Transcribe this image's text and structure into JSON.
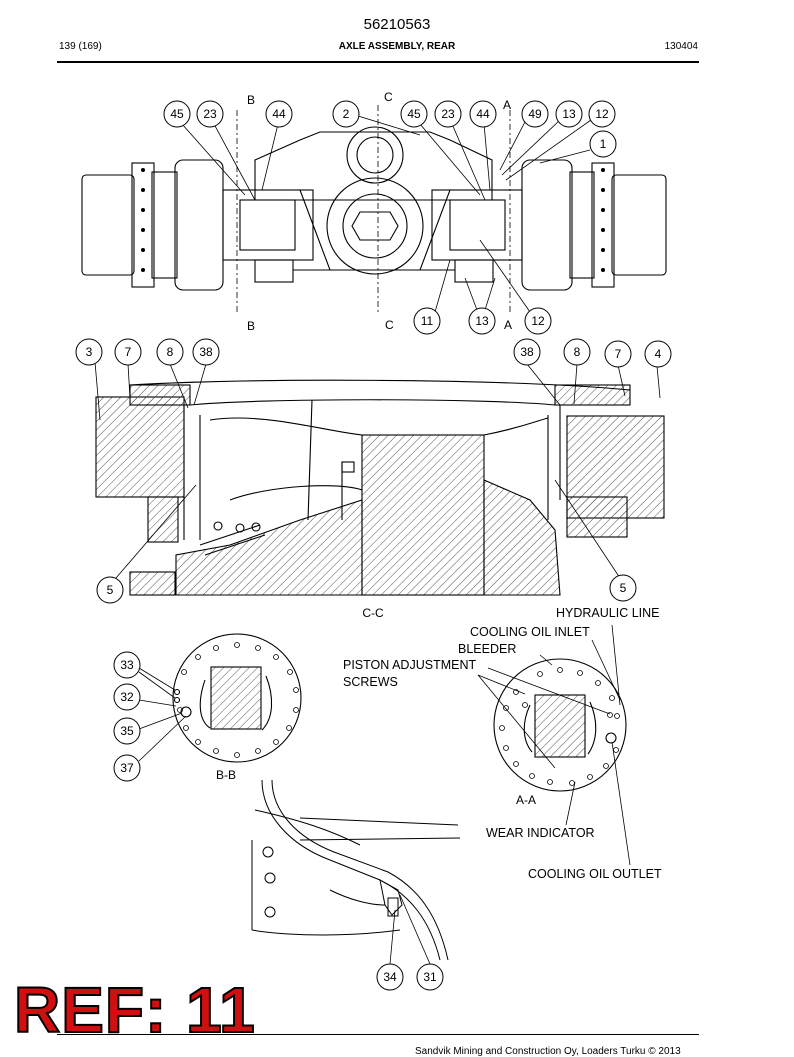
{
  "header": {
    "doc_number": "56210563",
    "page": "139 (169)",
    "title": "AXLE ASSEMBLY, REAR",
    "date_code": "130404"
  },
  "top_view": {
    "callouts_top": [
      "45",
      "23",
      "44",
      "2",
      "45",
      "23",
      "44",
      "49",
      "13",
      "12",
      "1"
    ],
    "callouts_bottom": [
      "11",
      "13",
      "12"
    ],
    "section_marks": [
      "B",
      "C",
      "A",
      "B",
      "C",
      "A"
    ]
  },
  "section_cc": {
    "label": "C-C",
    "callouts_top": [
      "3",
      "7",
      "8",
      "38",
      "38",
      "8",
      "7",
      "4"
    ],
    "callouts_bottom": [
      "5",
      "5"
    ]
  },
  "section_bb": {
    "label": "B-B",
    "callouts": [
      "33",
      "32",
      "35",
      "37"
    ]
  },
  "section_aa": {
    "label": "A-A",
    "labels": {
      "hydraulic_line": "HYDRAULIC LINE",
      "cooling_oil_inlet": "COOLING OIL INLET",
      "bleeder": "BLEEDER",
      "piston_adjustment_1": "PISTON ADJUSTMENT",
      "piston_adjustment_2": "SCREWS",
      "wear_indicator": "WEAR INDICATOR",
      "cooling_oil_outlet": "COOLING OIL OUTLET"
    }
  },
  "detail_view": {
    "callouts": [
      "34",
      "31"
    ]
  },
  "footer": {
    "text": "Sandvik Mining and Construction Oy, Loaders Turku © 2013",
    "ref_stamp": "REF: 11"
  }
}
